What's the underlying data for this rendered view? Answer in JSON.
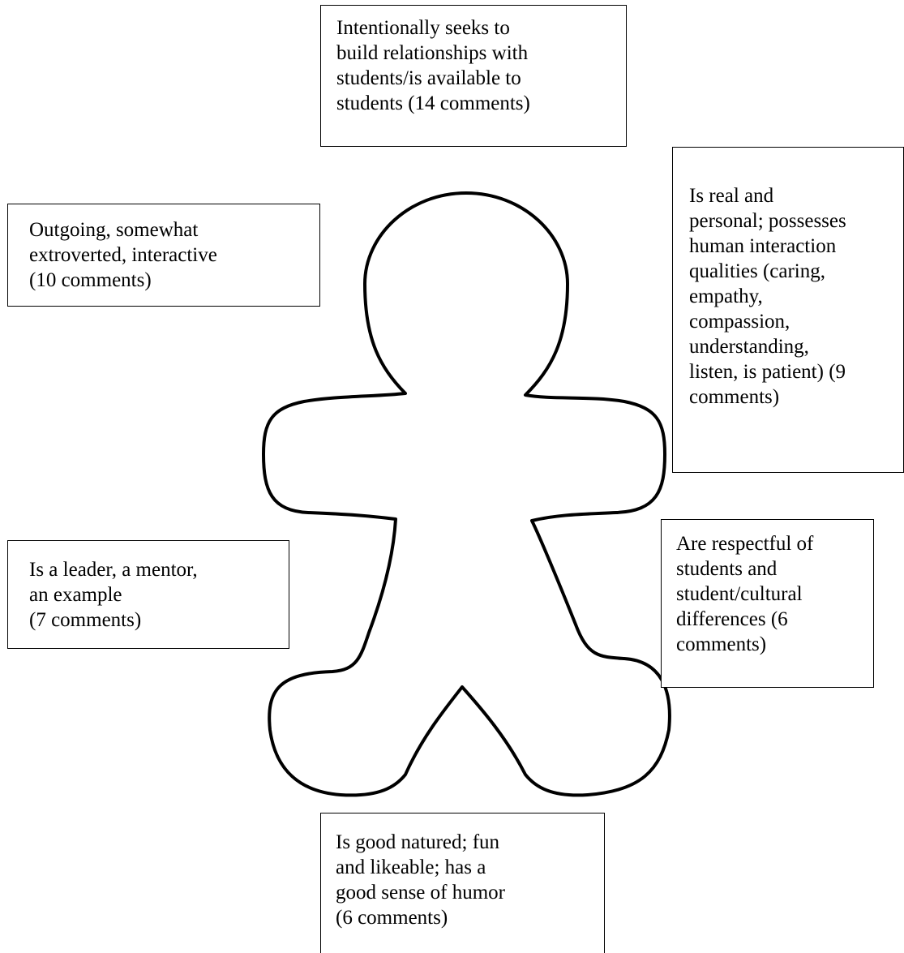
{
  "diagram": {
    "figure_shape": "gingerbread-person-outline",
    "colors": {
      "background": "#ffffff",
      "outline": "#000000",
      "text": "#000000"
    },
    "labels": {
      "top": "Intentionally seeks to\nbuild relationships with\nstudents/is available to\nstudents (14 comments)",
      "upper_left": "Outgoing, somewhat\nextroverted, interactive\n(10 comments)",
      "upper_right": "Is real and\npersonal; possesses\nhuman interaction\nqualities (caring,\nempathy,\ncompassion,\nunderstanding,\nlisten, is patient) (9\ncomments)",
      "lower_left": "Is a leader, a mentor,\nan example\n(7 comments)",
      "lower_right": "Are respectful of\nstudents and\nstudent/cultural\ndifferences (6\ncomments)",
      "bottom": "Is good natured; fun\nand likeable; has a\ngood sense of humor\n(6 comments)"
    }
  }
}
